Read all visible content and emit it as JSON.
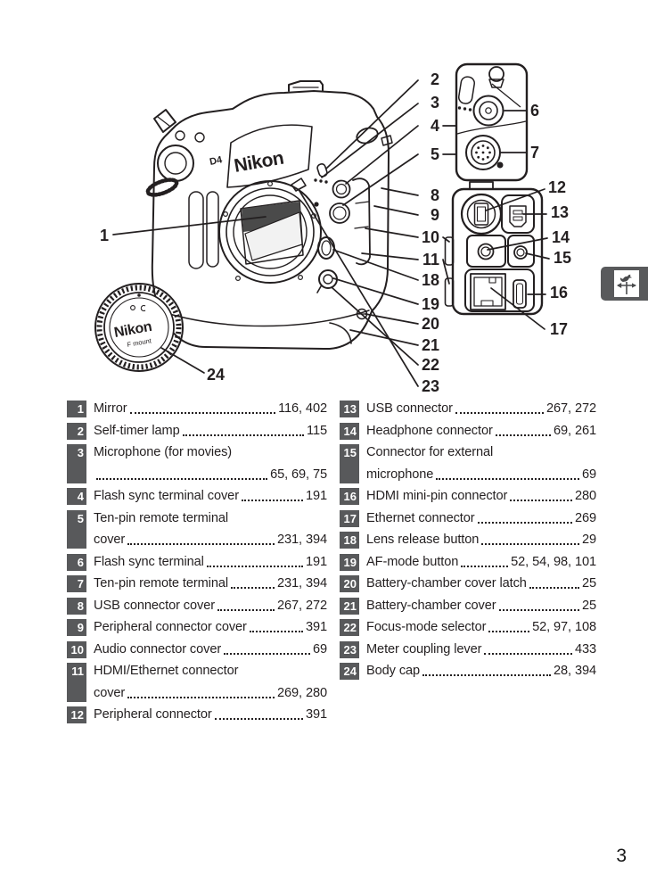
{
  "page": {
    "number": "3"
  },
  "colors": {
    "ink": "#231f20",
    "badge_gray": "#58595b",
    "tab_gray": "#595a5c"
  },
  "icons": {
    "chapter_tab": "weathervane-icon"
  },
  "diagram": {
    "camera_logo": "Nikon",
    "camera_model_label": "D4",
    "body_cap": {
      "brand": "Nikon",
      "mount": "F mount"
    },
    "callouts": {
      "c1": "1",
      "c2": "2",
      "c3": "3",
      "c4": "4",
      "c5": "5",
      "c6": "6",
      "c7": "7",
      "c8": "8",
      "c9": "9",
      "c10": "10",
      "c11": "11",
      "c12": "12",
      "c13": "13",
      "c14": "14",
      "c15": "15",
      "c16": "16",
      "c17": "17",
      "c18": "18",
      "c19": "19",
      "c20": "20",
      "c21": "21",
      "c22": "22",
      "c23": "23",
      "c24": "24"
    }
  },
  "legend": {
    "left": [
      {
        "num": "1",
        "text": "Mirror",
        "text2": null,
        "pages": "116, 402"
      },
      {
        "num": "2",
        "text": "Self-timer lamp",
        "text2": null,
        "pages": "115"
      },
      {
        "num": "3",
        "text": "Microphone (for movies)",
        "text2": "",
        "pages": "65, 69, 75"
      },
      {
        "num": "4",
        "text": "Flash sync terminal cover",
        "text2": null,
        "pages": "191"
      },
      {
        "num": "5",
        "text": "Ten-pin remote terminal",
        "text2": "cover",
        "pages": "231, 394"
      },
      {
        "num": "6",
        "text": "Flash sync terminal",
        "text2": null,
        "pages": "191"
      },
      {
        "num": "7",
        "text": "Ten-pin remote terminal",
        "text2": null,
        "pages": "231, 394"
      },
      {
        "num": "8",
        "text": "USB connector cover",
        "text2": null,
        "pages": "267, 272"
      },
      {
        "num": "9",
        "text": "Peripheral connector cover",
        "text2": null,
        "pages": "391"
      },
      {
        "num": "10",
        "text": "Audio connector cover",
        "text2": null,
        "pages": "69"
      },
      {
        "num": "11",
        "text": "HDMI/Ethernet connector",
        "text2": "cover",
        "pages": "269, 280"
      },
      {
        "num": "12",
        "text": "Peripheral connector",
        "text2": null,
        "pages": "391"
      }
    ],
    "right": [
      {
        "num": "13",
        "text": "USB connector",
        "text2": null,
        "pages": "267, 272"
      },
      {
        "num": "14",
        "text": "Headphone connector",
        "text2": null,
        "pages": "69, 261"
      },
      {
        "num": "15",
        "text": "Connector for external",
        "text2": "microphone",
        "pages": "69"
      },
      {
        "num": "16",
        "text": "HDMI mini-pin connector",
        "text2": null,
        "pages": "280"
      },
      {
        "num": "17",
        "text": "Ethernet connector",
        "text2": null,
        "pages": "269"
      },
      {
        "num": "18",
        "text": "Lens release button",
        "text2": null,
        "pages": "29"
      },
      {
        "num": "19",
        "text": "AF-mode button",
        "text2": null,
        "pages": "52, 54, 98, 101"
      },
      {
        "num": "20",
        "text": "Battery-chamber cover latch",
        "text2": null,
        "pages": "25"
      },
      {
        "num": "21",
        "text": "Battery-chamber cover",
        "text2": null,
        "pages": "25"
      },
      {
        "num": "22",
        "text": "Focus-mode selector",
        "text2": null,
        "pages": "52, 97, 108"
      },
      {
        "num": "23",
        "text": "Meter coupling lever",
        "text2": null,
        "pages": "433"
      },
      {
        "num": "24",
        "text": "Body cap",
        "text2": null,
        "pages": "28, 394"
      }
    ]
  }
}
